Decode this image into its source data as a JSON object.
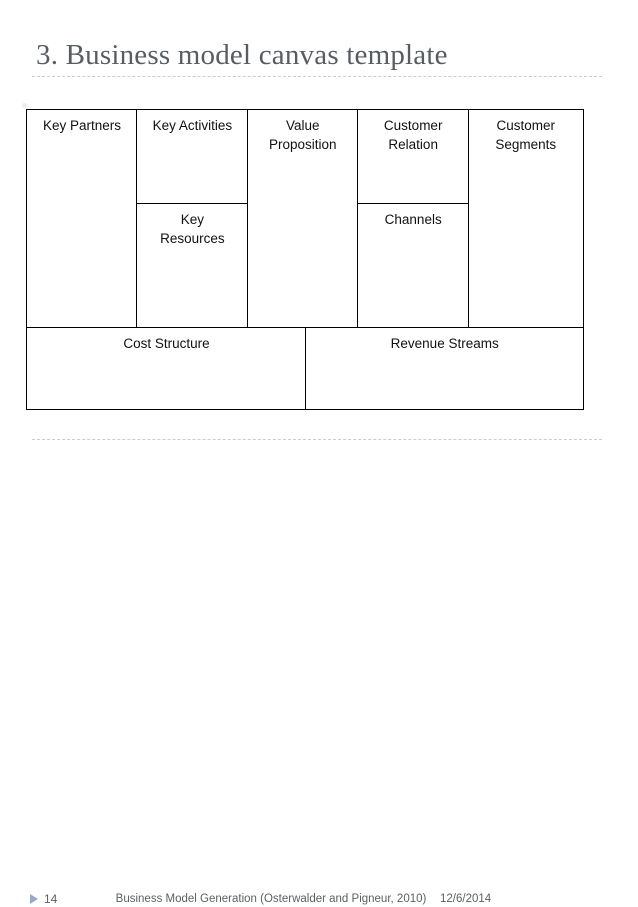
{
  "slide": {
    "title": "3. Business model canvas template",
    "accent_title_color": "#585c63",
    "rule_color": "#c9cdd4",
    "bullet_color": "#9aa8cc"
  },
  "canvas": {
    "cells": [
      {
        "key": "key_partners",
        "label": "Key Partners"
      },
      {
        "key": "key_activities",
        "label": "Key Activities"
      },
      {
        "key": "key_resources",
        "label": "Key\nResources"
      },
      {
        "key": "value_prop",
        "label": "Value\nProposition"
      },
      {
        "key": "cust_relation",
        "label": "Customer\nRelation"
      },
      {
        "key": "channels",
        "label": "Channels"
      },
      {
        "key": "cust_segments",
        "label": "Customer\nSegments"
      },
      {
        "key": "cost_structure",
        "label": "Cost Structure"
      },
      {
        "key": "revenue",
        "label": "Revenue Streams"
      }
    ],
    "labels": {
      "key_partners": "Key Partners",
      "key_activities": "Key Activities",
      "key_resources": "Key\nResources",
      "value_prop": "Value\nProposition",
      "cust_relation": "Customer\nRelation",
      "channels": "Channels",
      "cust_segments": "Customer\nSegments",
      "cost_structure": "Cost Structure",
      "revenue": "Revenue Streams"
    }
  },
  "footer": {
    "page_number": "14",
    "credit": "Business Model Generation (Osterwalder and Pigneur, 2010)",
    "date": "12/6/2014"
  }
}
